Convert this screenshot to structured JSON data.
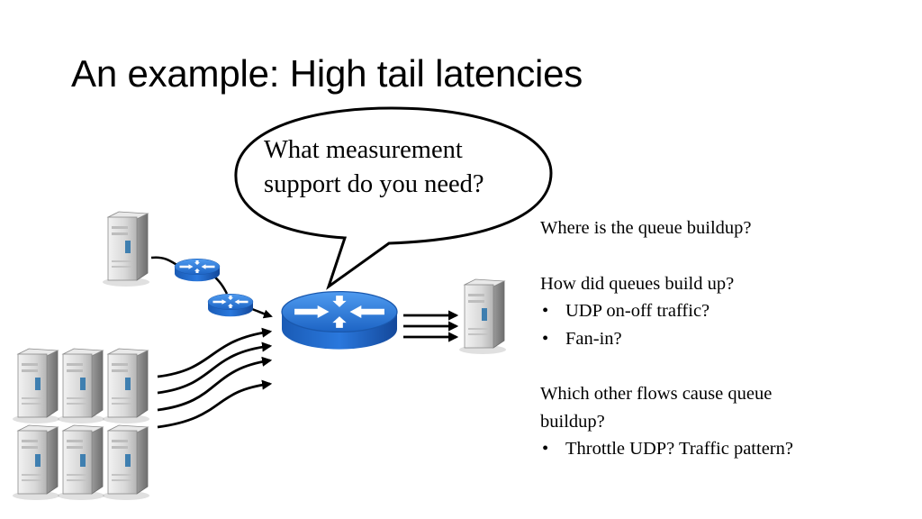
{
  "slide": {
    "title": "An example: High tail latencies"
  },
  "bubble": {
    "line1": "What measurement",
    "line2": "support do you need?"
  },
  "notes": {
    "q1": "Where is the queue buildup?",
    "q2": "How did queues build up?",
    "q2_bullets": [
      "UDP on-off traffic?",
      "Fan-in?"
    ],
    "q3_line1": "Which other flows cause queue",
    "q3_line2": "buildup?",
    "q3_bullets": [
      "Throttle UDP? Traffic pattern?"
    ]
  },
  "diagram": {
    "router_color": "#1f6fd0",
    "router_side_color": "#154f9e",
    "server_color": "#d9d9d9"
  }
}
